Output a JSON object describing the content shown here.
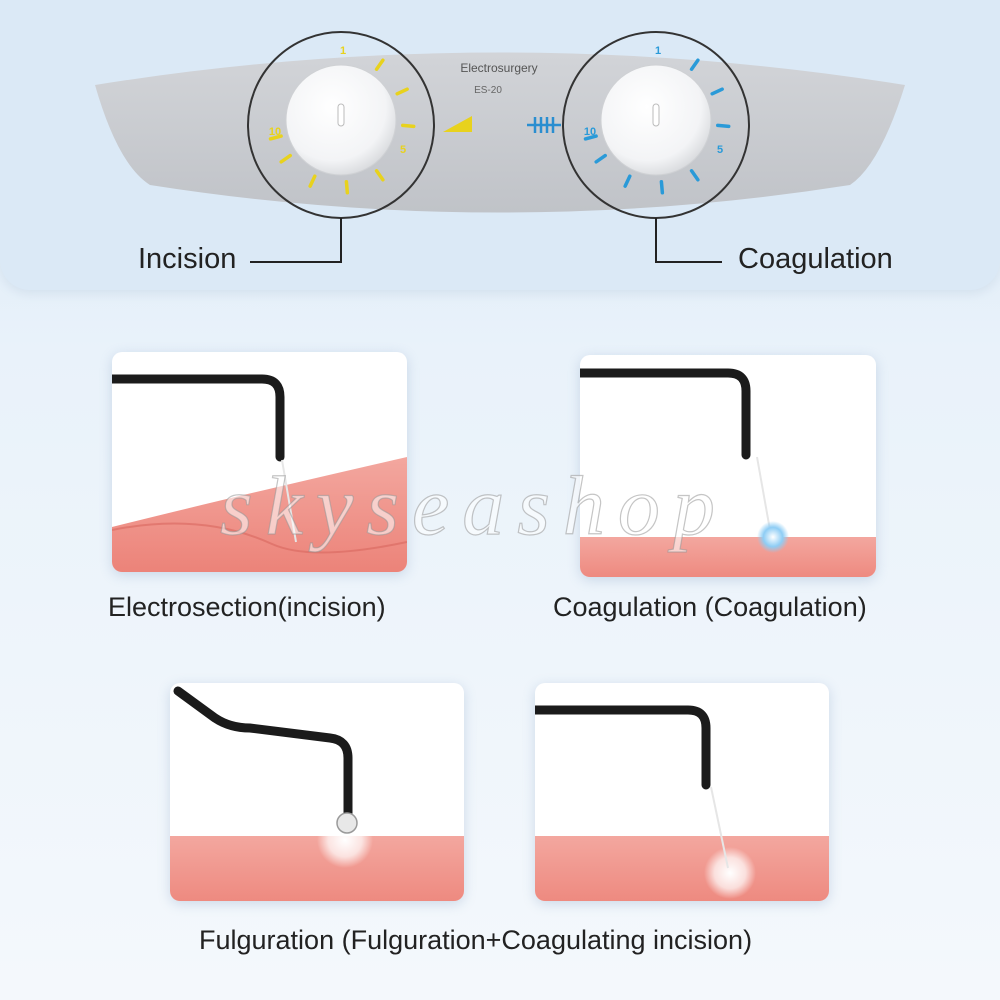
{
  "device": {
    "brand": "Electrosurgery",
    "model": "ES-20",
    "incision_dial": {
      "tick_labels": [
        "1",
        "5",
        "10"
      ],
      "accent_color": "#e8d21d"
    },
    "coagulation_dial": {
      "tick_labels": [
        "1",
        "5",
        "10"
      ],
      "accent_color": "#2a9ad8"
    },
    "icons": [
      "triangle-ramp-icon",
      "coag-waveform-icon"
    ]
  },
  "labels": {
    "incision": "Incision",
    "coagulation": "Coagulation"
  },
  "cards": [
    {
      "name": "electrosection",
      "caption": "Electrosection(incision)"
    },
    {
      "name": "coagulation",
      "caption": "Coagulation (Coagulation)"
    },
    {
      "name": "fulguration",
      "caption": ""
    },
    {
      "name": "coagulating-incision",
      "caption": ""
    }
  ],
  "bottom_caption": "Fulguration (Fulguration+Coagulating incision)",
  "watermark": "skyseashop",
  "colors": {
    "tissue": "#f08f86",
    "electrode": "#1b1b1b",
    "panel": "#c9ccd1"
  }
}
